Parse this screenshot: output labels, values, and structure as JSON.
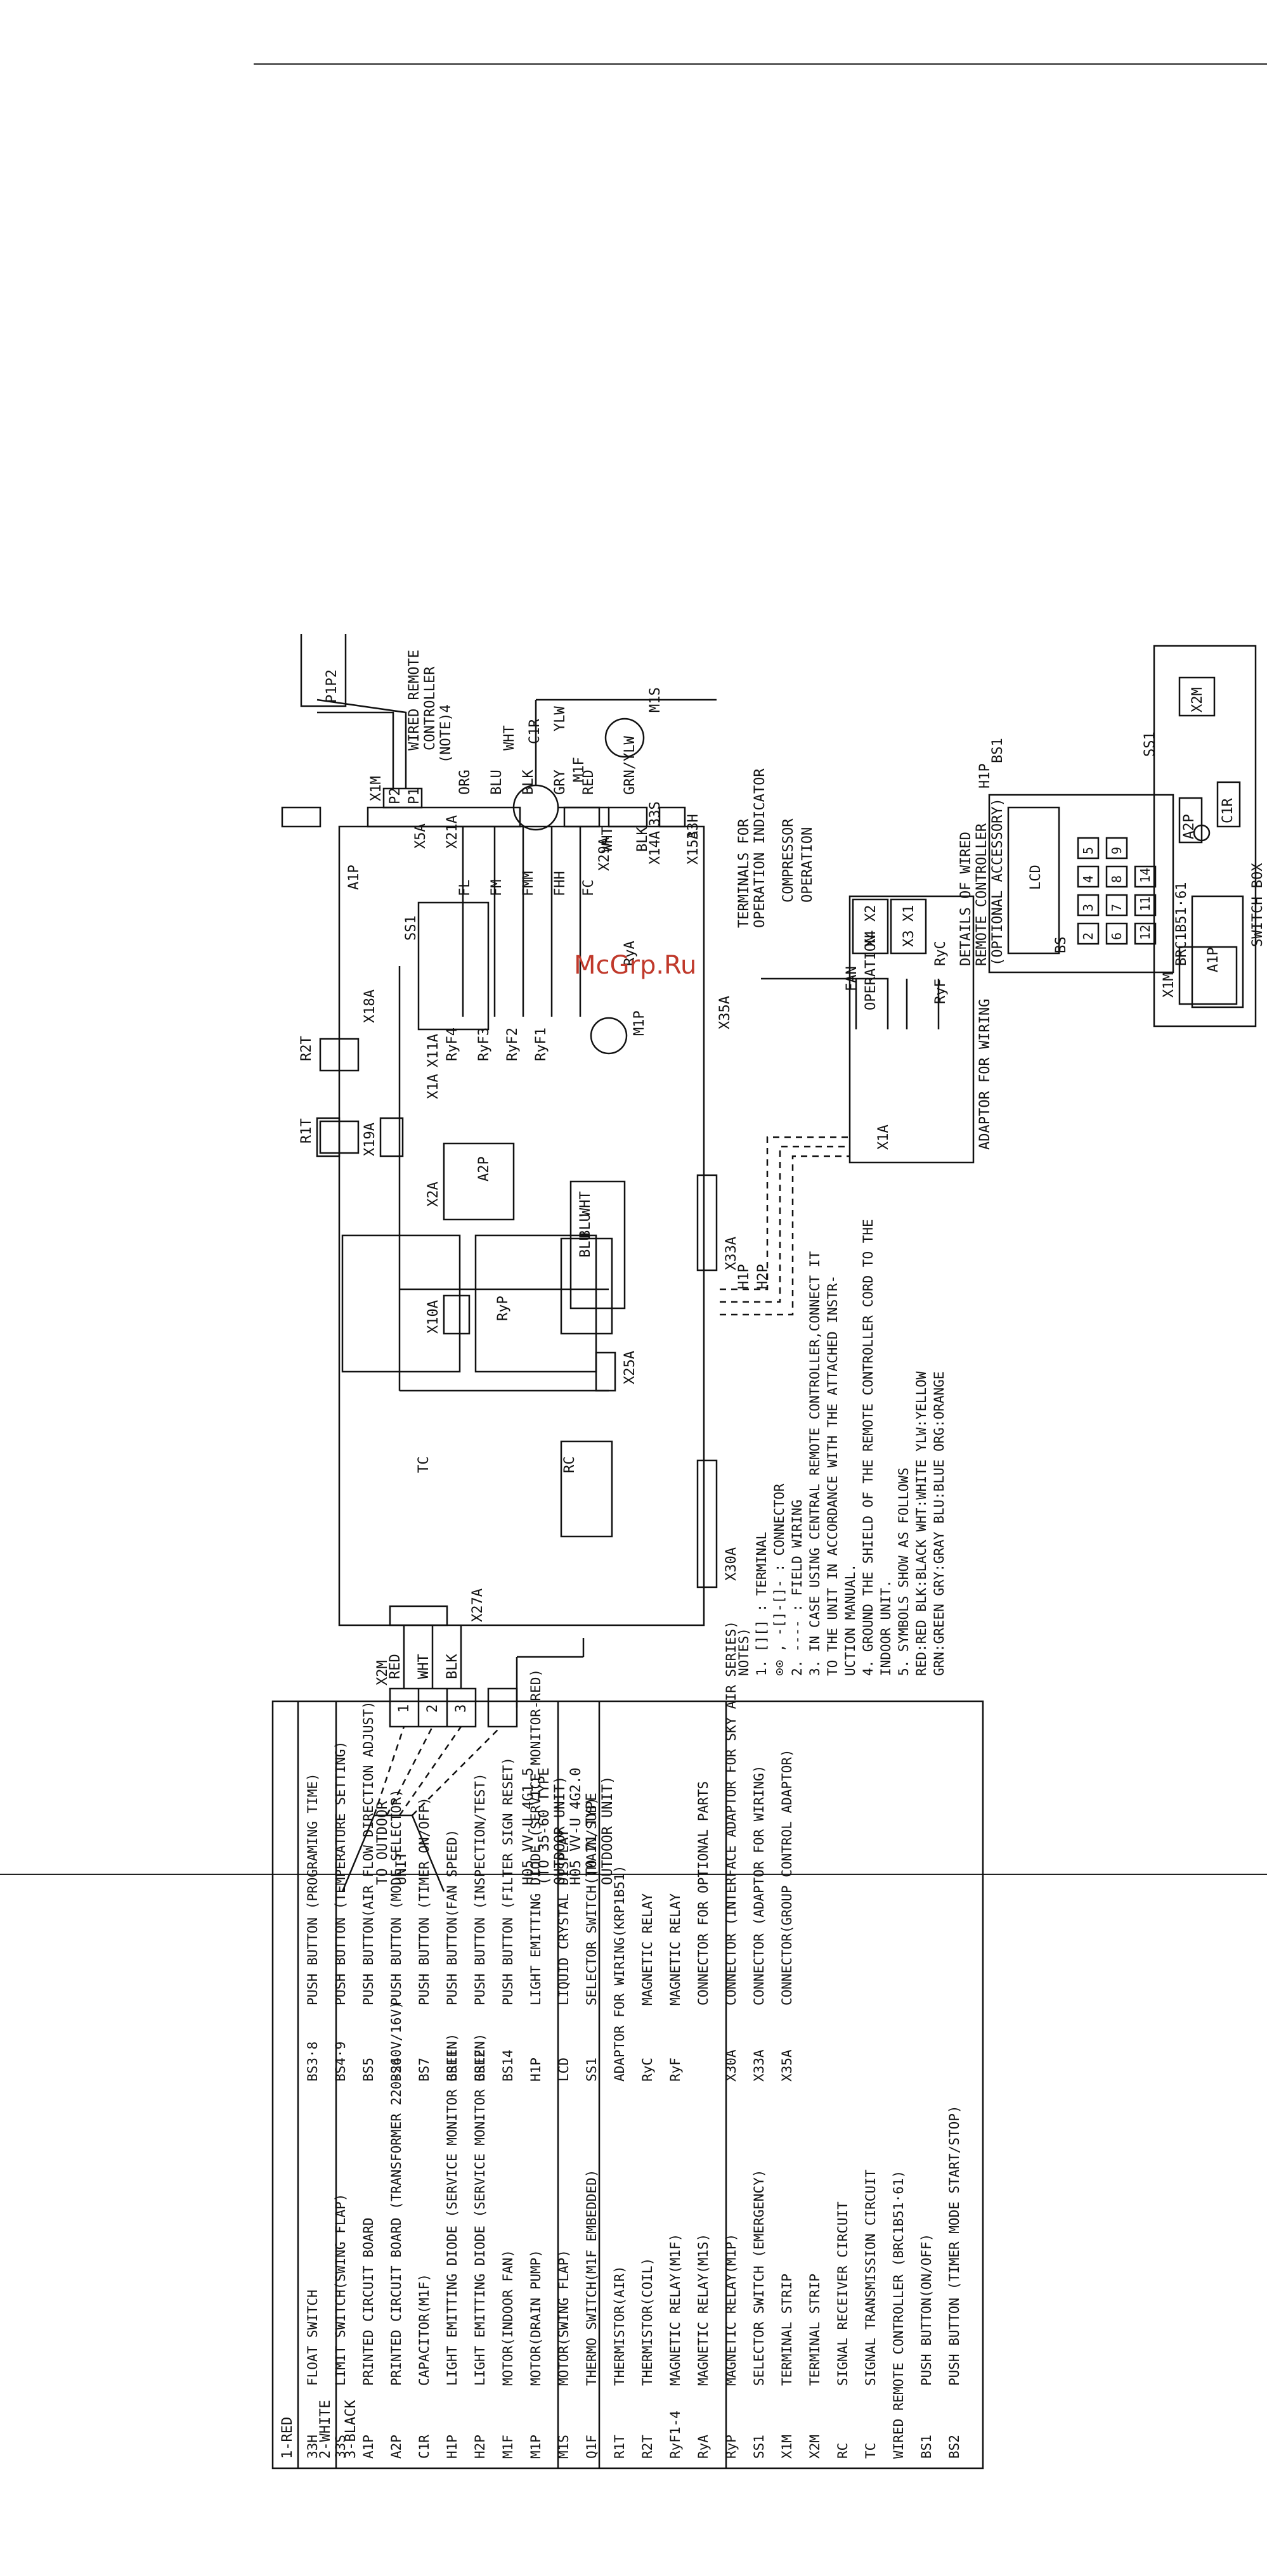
{
  "watermark": "McGrp.Ru",
  "legend": {
    "header": [
      "1-RED",
      "2-WHITE",
      "3-BLACK"
    ],
    "rows_left": [
      [
        "33H",
        "FLOAT SWITCH"
      ],
      [
        "33S",
        "LIMIT SWITCH(SWING FLAP)"
      ],
      [
        "A1P",
        "PRINTED CIRCUIT BOARD"
      ],
      [
        "A2P",
        "PRINTED CIRCUIT BOARD (TRANSFORMER 220-240V/16V)"
      ],
      [
        "C1R",
        "CAPACITOR(M1F)"
      ],
      [
        "H1P",
        "LIGHT EMITTING DIODE (SERVICE MONITOR GREEN)"
      ],
      [
        "H2P",
        "LIGHT EMITTING DIODE (SERVICE MONITOR GREEN)"
      ],
      [
        "M1F",
        "MOTOR(INDOOR FAN)"
      ],
      [
        "M1P",
        "MOTOR(DRAIN PUMP)"
      ],
      [
        "M1S",
        "MOTOR(SWING FLAP)"
      ],
      [
        "Q1F",
        "THERMO SWITCH(M1F EMBEDDED)"
      ],
      [
        "R1T",
        "THERMISTOR(AIR)"
      ],
      [
        "R2T",
        "THERMISTOR(COIL)"
      ],
      [
        "RyF1-4",
        "MAGNETIC RELAY(M1F)"
      ],
      [
        "RyA",
        "MAGNETIC RELAY(M1S)"
      ],
      [
        "RyP",
        "MAGNETIC RELAY(M1P)"
      ],
      [
        "SS1",
        "SELECTOR SWITCH (EMERGENCY)"
      ],
      [
        "X1M",
        "TERMINAL STRIP"
      ],
      [
        "X2M",
        "TERMINAL STRIP"
      ],
      [
        "RC",
        "SIGNAL RECEIVER CIRCUIT"
      ],
      [
        "TC",
        "SIGNAL TRANSMISSION CIRCUIT"
      ],
      [
        "WIRED REMOTE CONTROLLER (BRC1B51·61)",
        ""
      ],
      [
        "BS1",
        "PUSH BUTTON(ON/OFF)"
      ],
      [
        "BS2",
        "PUSH BUTTON (TIMER MODE START/STOP)"
      ]
    ],
    "rows_right": [
      [
        "BS3·8",
        "PUSH BUTTON (PROGRAMING TIME)"
      ],
      [
        "BS4·9",
        "PUSH BUTTON (TEMPERATURE SETTING)"
      ],
      [
        "BS5",
        "PUSH BUTTON(AIR FLOW DIRECTION ADJUST)"
      ],
      [
        "BS6",
        "PUSH BUTTON (MODE SELECTOR)"
      ],
      [
        "BS7",
        "PUSH BUTTON (TIMER ON/OFF)"
      ],
      [
        "BS11",
        "PUSH BUTTON(FAN SPEED)"
      ],
      [
        "BS12",
        "PUSH BUTTON (INSPECTION/TEST)"
      ],
      [
        "BS14",
        "PUSH BUTTON (FILTER SIGN RESET)"
      ],
      [
        "H1P",
        "LIGHT EMITTING DIODE (SERVICE MONITOR-RED)"
      ],
      [
        "LCD",
        "LIQUID CRYSTAL DISPLAY"
      ],
      [
        "SS1",
        "SELECTOR SWITCH (MAIN/SUB)"
      ],
      [
        "ADAPTOR FOR WIRING(KRP1B51)",
        ""
      ],
      [
        "RyC",
        "MAGNETIC RELAY"
      ],
      [
        "RyF",
        "MAGNETIC RELAY"
      ],
      [
        "",
        "CONNECTOR FOR OPTIONAL PARTS"
      ],
      [
        "X30A",
        "CONNECTOR (INTERFACE ADAPTOR FOR SKY AIR SERIES)"
      ],
      [
        "X33A",
        "CONNECTOR (ADAPTOR FOR WIRING)"
      ],
      [
        "X35A",
        "CONNECTOR(GROUP CONTROL ADAPTOR)"
      ]
    ]
  },
  "notes": [
    "NOTES)",
    "1. [][] : TERMINAL",
    "   ⊙⊙ , -[]-[]- : CONNECTOR",
    "2. ---- : FIELD WIRING",
    "3. IN CASE USING CENTRAL REMOTE CONTROLLER,CONNECT IT",
    "   TO THE UNIT IN ACCORDANCE WITH THE ATTACHED INSTR-",
    "   UCTION MANUAL.",
    "4. GROUND THE SHIELD OF THE REMOTE CONTROLLER CORD TO THE",
    "   INDOOR UNIT.",
    "5. SYMBOLS SHOW AS FOLLOWS",
    "   RED:RED    BLK:BLACK    WHT:WHITE    YLW:YELLOW",
    "   GRN:GREEN  GRY:GRAY     BLU:BLUE     ORG:ORANGE"
  ],
  "diagram": {
    "to_outdoor": [
      "TO OUTDOOR",
      "UNIT"
    ],
    "cable_spec": [
      "H05 VV-U 4G1.5",
      "(TO 35-60 TYPE",
      "OUTDOOR UNIT)",
      "H05 VV-U 4G2.0",
      "(TO 71 TYPE",
      "OUTDOOR UNIT)"
    ],
    "x2m": "X2M",
    "x2m_terms": [
      "1",
      "2",
      "3"
    ],
    "x2m_wires": [
      "RED",
      "WHT",
      "BLK"
    ],
    "x27a": "X27A",
    "x30a": "X30A",
    "x33a": "X33A",
    "x35a": "X35A",
    "x25a": "X25A",
    "x10a": "X10A",
    "x11a": "X11A",
    "x19a": "X19A",
    "x18a": "X18A",
    "x2a": "X2A",
    "x1a": "X1A",
    "a2p": "A2P",
    "a1p": "A1P",
    "rc": "RC",
    "tc": "TC",
    "ryp": "RyP",
    "r1t": "R1T",
    "r2t": "R2T",
    "m1p": "M1P",
    "m1p_wires": [
      "WHT",
      "BLU",
      "BLU"
    ],
    "ss1": "SS1",
    "h1p": "H1P",
    "h2p": "H2P",
    "x29a": "X29A",
    "x14a": "X14A",
    "x15a": "X15A",
    "x5a": "X5A",
    "x21a": "X21A",
    "x1m": "X1M",
    "x1m_terms": [
      "P2",
      "P1"
    ],
    "relays": [
      "RyF4",
      "RyF3",
      "RyF2",
      "RyF1"
    ],
    "relay_terms": [
      "FL",
      "FM",
      "FMM",
      "FHH",
      "FC"
    ],
    "rya": "RyA",
    "m1f_wires": [
      "ORG",
      "BLU",
      "BLK",
      "GRY",
      "RED"
    ],
    "m1f": "M1F",
    "c1r": "C1R",
    "c1r_wires": [
      "WHT",
      "YLW"
    ],
    "grn_ylw": "GRN/YLW",
    "m1s": "M1S",
    "m1s_wires": [
      "WHT",
      "BLK"
    ],
    "s33": "33S",
    "h33": "33H",
    "wired_rc": [
      "WIRED REMOTE",
      "CONTROLLER",
      "(NOTE)4"
    ],
    "wired_rc_terms": "P1P2",
    "details_title": [
      "DETAILS OF WIRED",
      "REMOTE CONTROLLER",
      "(OPTIONAL ACCESSORY)"
    ],
    "details_model": "BRC1B51·61",
    "details_h1p": "H1P",
    "details_bs1": "BS1",
    "details_ss1": "SS1",
    "details_lcd": "LCD",
    "details_bs": "BS",
    "details_buttons": [
      "2",
      "3",
      "4",
      "5",
      "6",
      "7",
      "8",
      "9",
      "12",
      "11",
      "14"
    ],
    "switch_box": "SWITCH BOX",
    "sb_parts": [
      "X1M",
      "A1P",
      "A2P",
      "C1R",
      "X2M"
    ],
    "terminals_title": [
      "TERMINALS FOR",
      "OPERATION INDICATOR"
    ],
    "fan_op": [
      "FAN",
      "OPERATION"
    ],
    "comp_op": [
      "COMPRESSOR",
      "OPERATION"
    ],
    "adaptor_terms": [
      "X4",
      "X3",
      "X2",
      "X1"
    ],
    "ryf": "RyF",
    "ryc": "RyC",
    "adaptor_title": "ADAPTOR FOR WIRING",
    "adaptor_x1a": "X1A"
  }
}
